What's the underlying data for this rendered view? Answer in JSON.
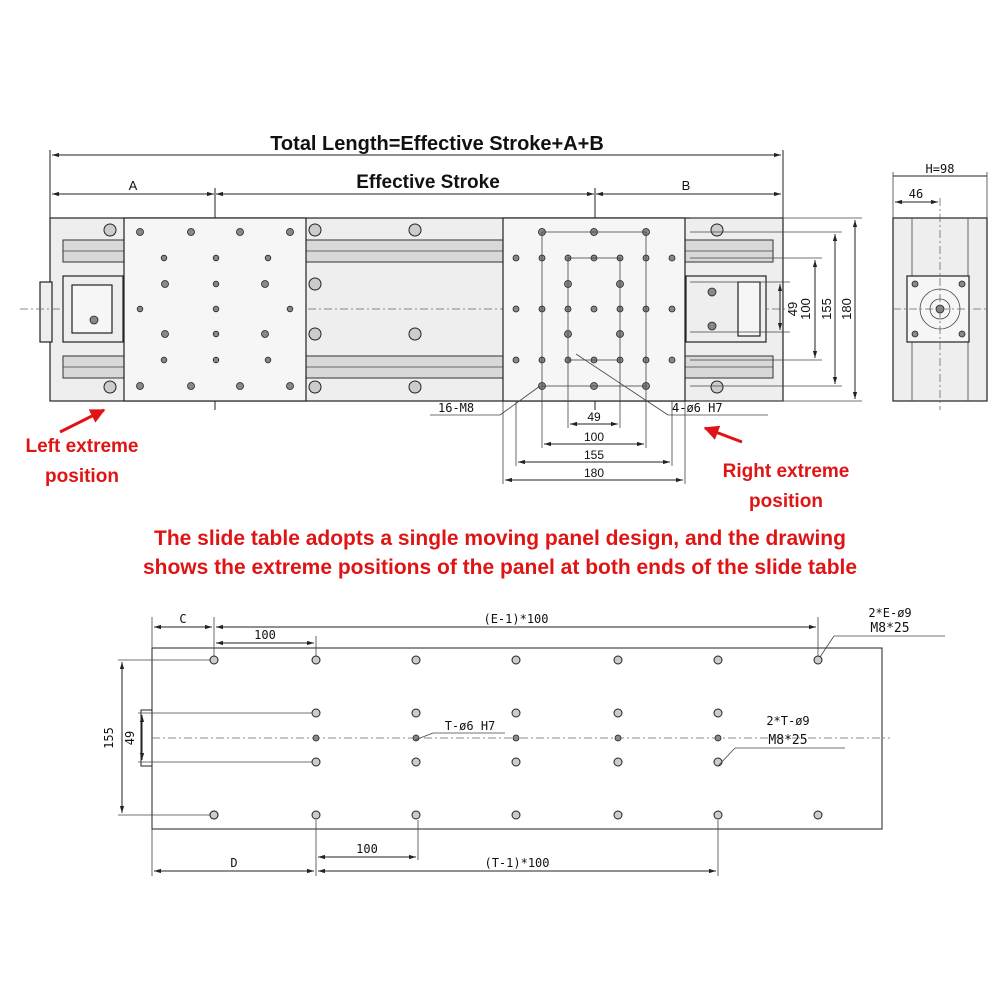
{
  "top": {
    "total_length_label": "Total Length=Effective Stroke+A+B",
    "effective_stroke_label": "Effective Stroke",
    "dim_a": "A",
    "dim_b": "B",
    "dim_h": "H=98",
    "dim_46": "46",
    "dim_49_v": "49",
    "dim_100_v": "100",
    "dim_155_v": "155",
    "dim_180_v": "180",
    "dim_49_h": "49",
    "dim_100_h": "100",
    "dim_155_h": "155",
    "dim_180_h": "180",
    "callout_16m8": "16-M8",
    "callout_4phi6": "4-ø6 H7",
    "left_extreme": [
      "Left extreme",
      "position"
    ],
    "right_extreme": [
      "Right extreme",
      "position"
    ]
  },
  "note": {
    "line1": "The slide table adopts a single moving panel design, and the drawing",
    "line2": "shows the extreme positions of the panel at both ends of the slide table"
  },
  "bottom": {
    "dim_c": "C",
    "dim_100_top": "100",
    "dim_e": "(E-1)*100",
    "callout_e_1": "2*E-ø9",
    "callout_e_2": "M8*25",
    "dim_155": "155",
    "dim_49": "49",
    "callout_t6": "T-ø6 H7",
    "callout_t_1": "2*T-ø9",
    "callout_t_2": "M8*25",
    "dim_100_bottom": "100",
    "dim_d": "D",
    "dim_t": "(T-1)*100"
  },
  "colors": {
    "annotation_red": "#e01414",
    "line": "#222222"
  }
}
